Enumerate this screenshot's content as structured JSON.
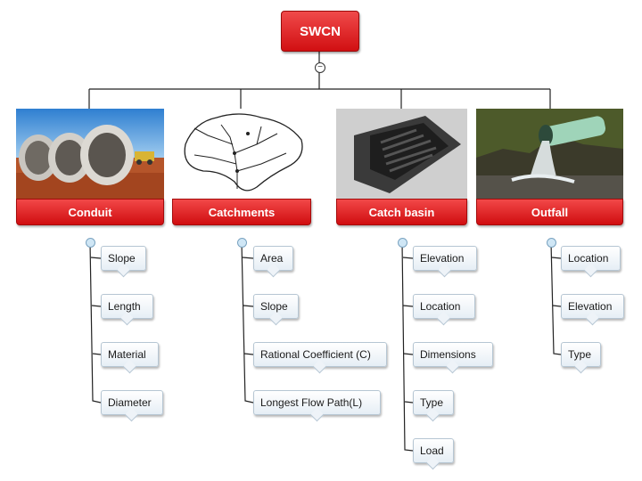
{
  "root": {
    "label": "SWCN",
    "collapse_symbol": "−"
  },
  "categories": [
    {
      "label": "Conduit",
      "image": "concrete-pipes-image",
      "children": [
        "Slope",
        "Length",
        "Material",
        "Diameter"
      ]
    },
    {
      "label": "Catchments",
      "image": "catchment-sketch-image",
      "children": [
        "Area",
        "Slope",
        "Rational Coefficient (C)",
        "Longest Flow Path(L)"
      ]
    },
    {
      "label": "Catch basin",
      "image": "grate-image",
      "children": [
        "Elevation",
        "Location",
        "Dimensions",
        "Type",
        "Load"
      ]
    },
    {
      "label": "Outfall",
      "image": "outfall-pipe-image",
      "children": [
        "Location",
        "Elevation",
        "Type"
      ]
    }
  ],
  "colors": {
    "node_red": "#e01e22",
    "leaf_border": "#b6c6d3",
    "line": "#222222"
  }
}
